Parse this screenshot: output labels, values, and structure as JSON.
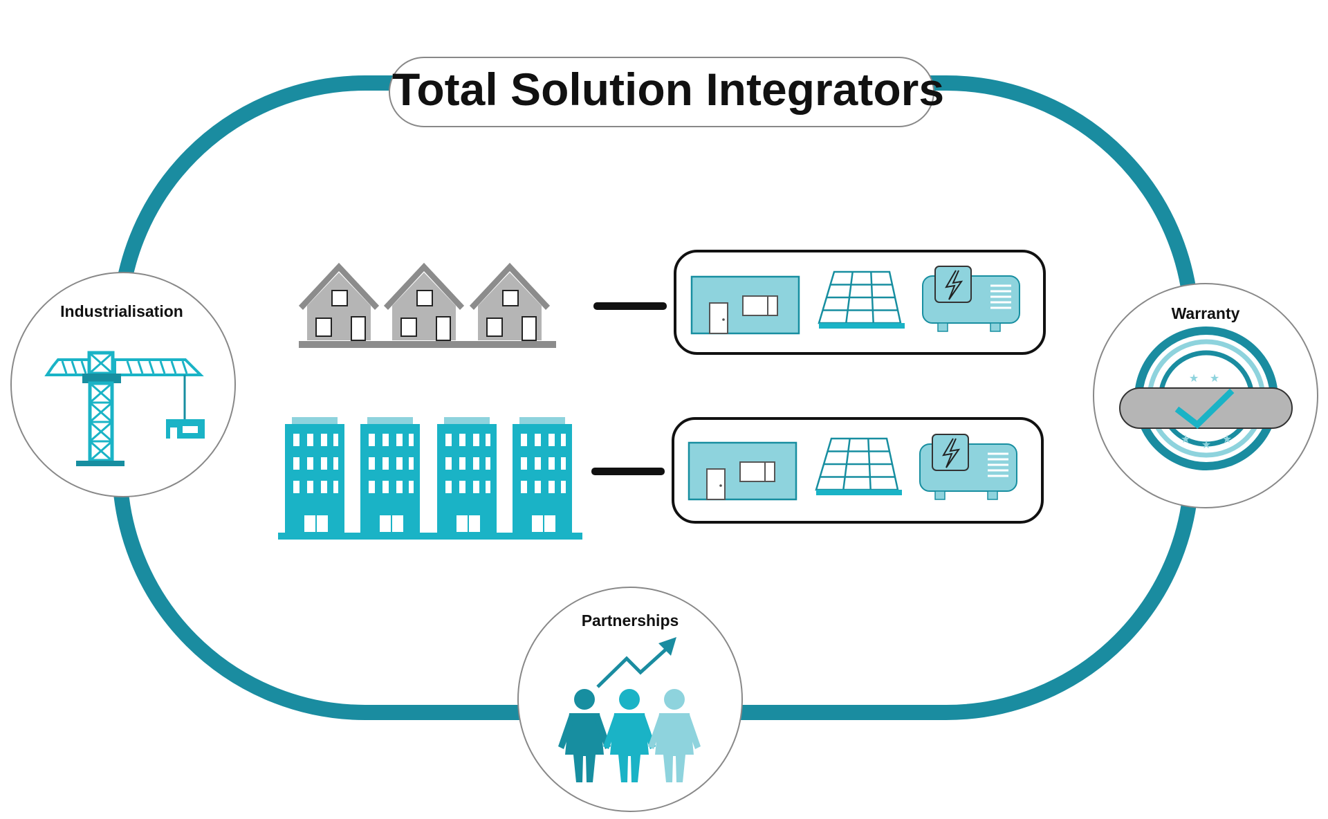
{
  "title": "Total Solution Integrators",
  "nodes": {
    "industrialisation": {
      "label": "Industrialisation",
      "icon": "construction-crane-icon"
    },
    "warranty": {
      "label": "Warranty",
      "icon": "warranty-seal-icon"
    },
    "partnerships": {
      "label": "Partnerships",
      "icon": "people-growth-icon"
    }
  },
  "rows": [
    {
      "buildings": "houses-icon",
      "components": [
        "modular-unit-icon",
        "solar-panel-icon",
        "generator-icon"
      ]
    },
    {
      "buildings": "apartment-blocks-icon",
      "components": [
        "modular-unit-icon",
        "solar-panel-icon",
        "generator-icon"
      ]
    }
  ],
  "colors": {
    "loop": "#1a8ca0",
    "teal": "#1ab3c6",
    "dark_teal": "#178ea0",
    "light_teal": "#8ed3dd",
    "pale_teal": "#9ecbd3",
    "gray_house": "#b5b5b5",
    "gray_roof": "#8c8c8c"
  }
}
